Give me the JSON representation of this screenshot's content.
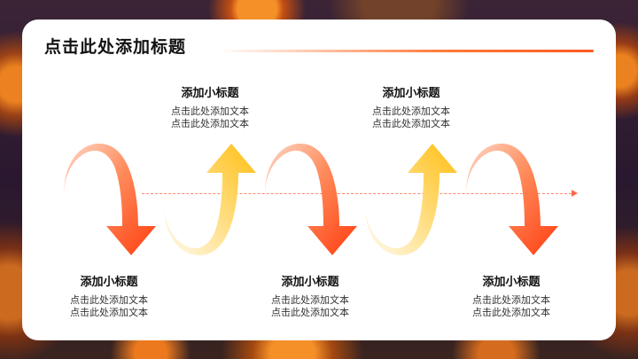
{
  "slide": {
    "title": "点击此处添加标题",
    "items": [
      {
        "heading": "添加小标题",
        "line1": "点击此处添加文本",
        "line2": "点击此处添加文本"
      },
      {
        "heading": "添加小标题",
        "line1": "点击此处添加文本",
        "line2": "点击此处添加文本"
      },
      {
        "heading": "添加小标题",
        "line1": "点击此处添加文本",
        "line2": "点击此处添加文本"
      },
      {
        "heading": "添加小标题",
        "line1": "点击此处添加文本",
        "line2": "点击此处添加文本"
      },
      {
        "heading": "添加小标题",
        "line1": "点击此处添加文本",
        "line2": "点击此处添加文本"
      }
    ]
  },
  "colors": {
    "arrow_down_start": "#ffd6c4",
    "arrow_down_end": "#ff4a1a",
    "arrow_up_start": "#fff3d0",
    "arrow_up_end": "#ffc21a",
    "accent": "#ff5a1f"
  }
}
